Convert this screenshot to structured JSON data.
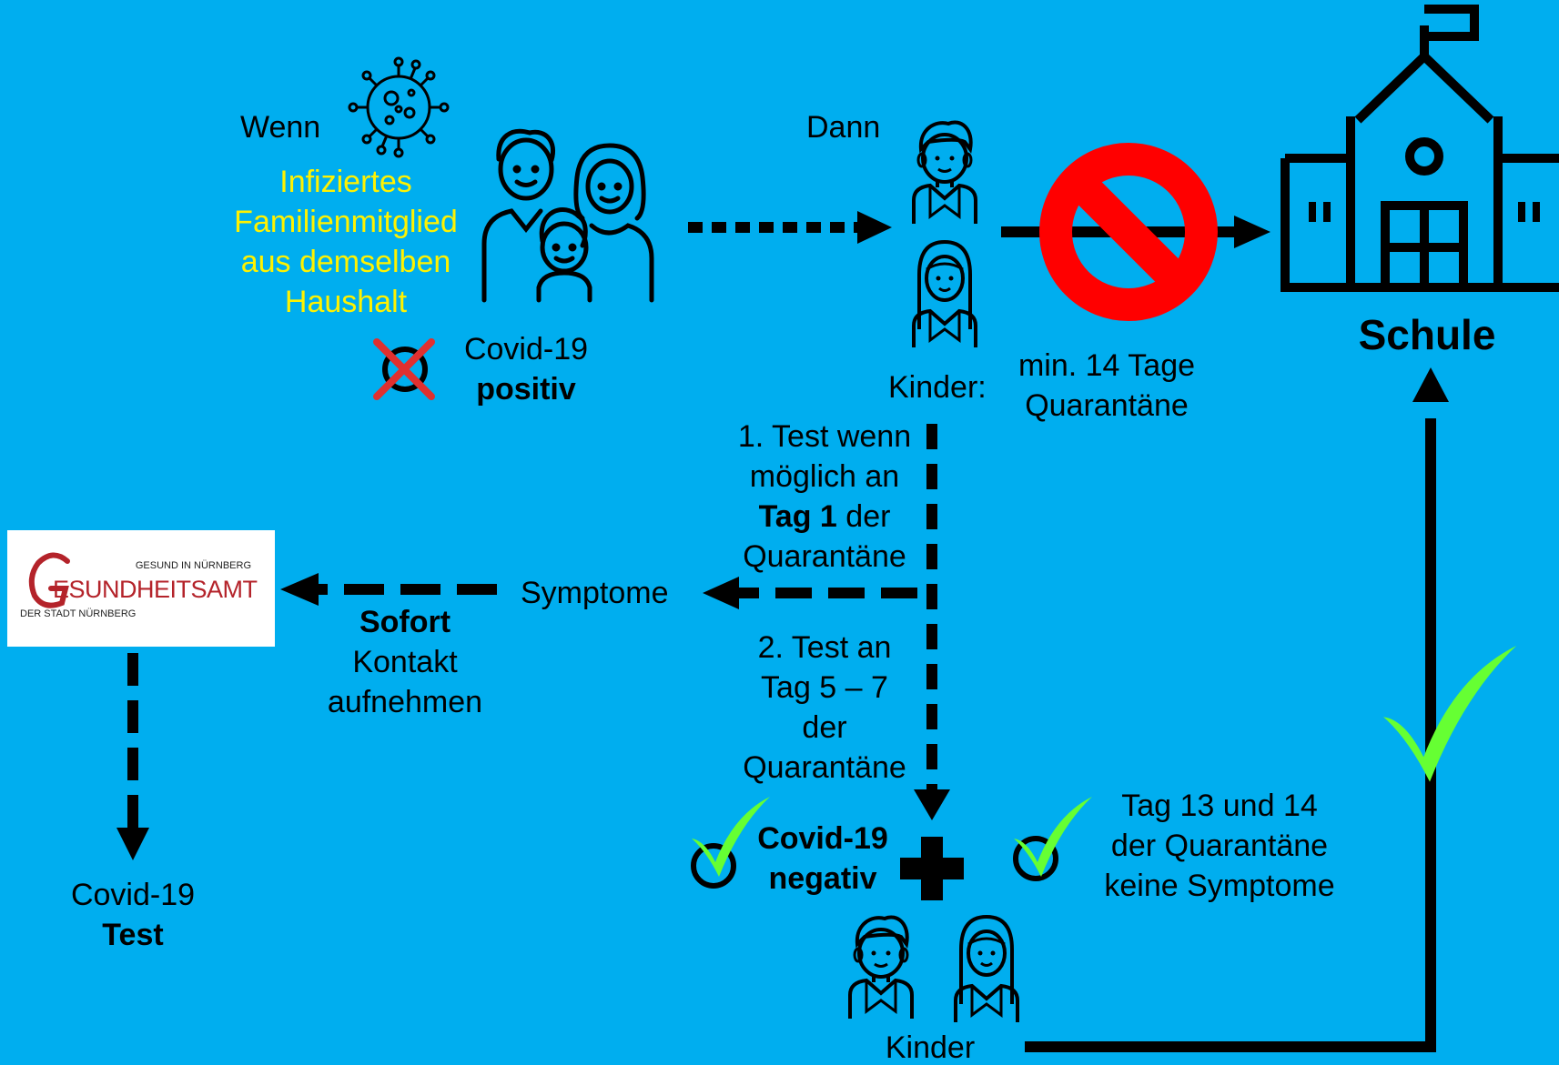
{
  "labels": {
    "wenn": "Wenn",
    "infected_lines": [
      "Infiziertes",
      "Familienmitglied",
      "aus demselben",
      "Haushalt"
    ],
    "covid_positive_line1": "Covid-19",
    "covid_positive_line2": "positiv",
    "dann": "Dann",
    "kinder_colon": "Kinder:",
    "quarantine_line1": "min. 14 Tage",
    "quarantine_line2": "Quarantäne",
    "schule": "Schule",
    "test1_line1": "1. Test wenn",
    "test1_line2": "möglich an",
    "test1_bold": "Tag 1",
    "test1_rest": " der",
    "test1_line4": "Quarantäne",
    "symptome": "Symptome",
    "sofort": "Sofort",
    "kontakt": "Kontakt",
    "aufnehmen": "aufnehmen",
    "test2_lines": [
      "2. Test an",
      "Tag 5 – 7",
      "der",
      "Quarantäne"
    ],
    "negative_line1": "Covid-19",
    "negative_line2": "negativ",
    "day13_lines": [
      "Tag 13 und 14",
      "der Quarantäne",
      "keine Symptome"
    ],
    "kinder": "Kinder",
    "covid_test_line1": "Covid-19",
    "covid_test_line2": "Test"
  },
  "logo": {
    "top": "GESUND IN NÜRNBERG",
    "main": "ESUNDHEITSAMT",
    "bottom": "DER STADT NÜRNBERG"
  },
  "colors": {
    "background": "#00aeef",
    "highlight_text": "#fff200",
    "check": "#66ff33",
    "prohibition": "#ff0000",
    "cross": "#e0302f",
    "logo_red": "#b4232a"
  },
  "icons": [
    "virus-icon",
    "family-icon",
    "boy-icon",
    "girl-icon",
    "prohibition-icon",
    "school-icon",
    "x-mark-icon",
    "check-icon",
    "plus-icon",
    "logo-g-icon"
  ]
}
